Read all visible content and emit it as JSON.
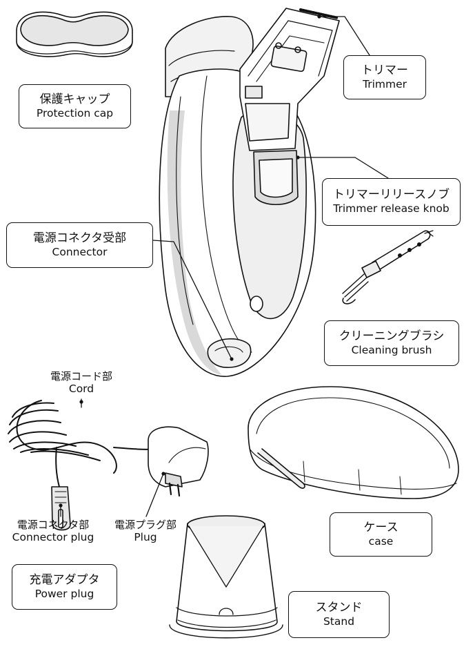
{
  "labels": {
    "protection_cap": {
      "ja": "保護キャップ",
      "en": "Protection cap"
    },
    "trimmer": {
      "ja": "トリマー",
      "en": "Trimmer"
    },
    "trimmer_release_knob": {
      "ja": "トリマーリリースノブ",
      "en": "Trimmer release knob"
    },
    "connector": {
      "ja": "電源コネクタ受部",
      "en": "Connector"
    },
    "cleaning_brush": {
      "ja": "クリーニングブラシ",
      "en": "Cleaning brush"
    },
    "cord": {
      "ja": "電源コード部",
      "en": "Cord"
    },
    "connector_plug": {
      "ja": "電源コネクタ部",
      "en": "Connector plug"
    },
    "plug": {
      "ja": "電源プラグ部",
      "en": "Plug"
    },
    "case": {
      "ja": "ケース",
      "en": "case"
    },
    "power_plug": {
      "ja": "充電アダプタ",
      "en": "Power plug"
    },
    "stand": {
      "ja": "スタンド",
      "en": "Stand"
    }
  },
  "colors": {
    "line": "#111111",
    "shade": "#d9d9d9",
    "light": "#f0f0f0"
  }
}
